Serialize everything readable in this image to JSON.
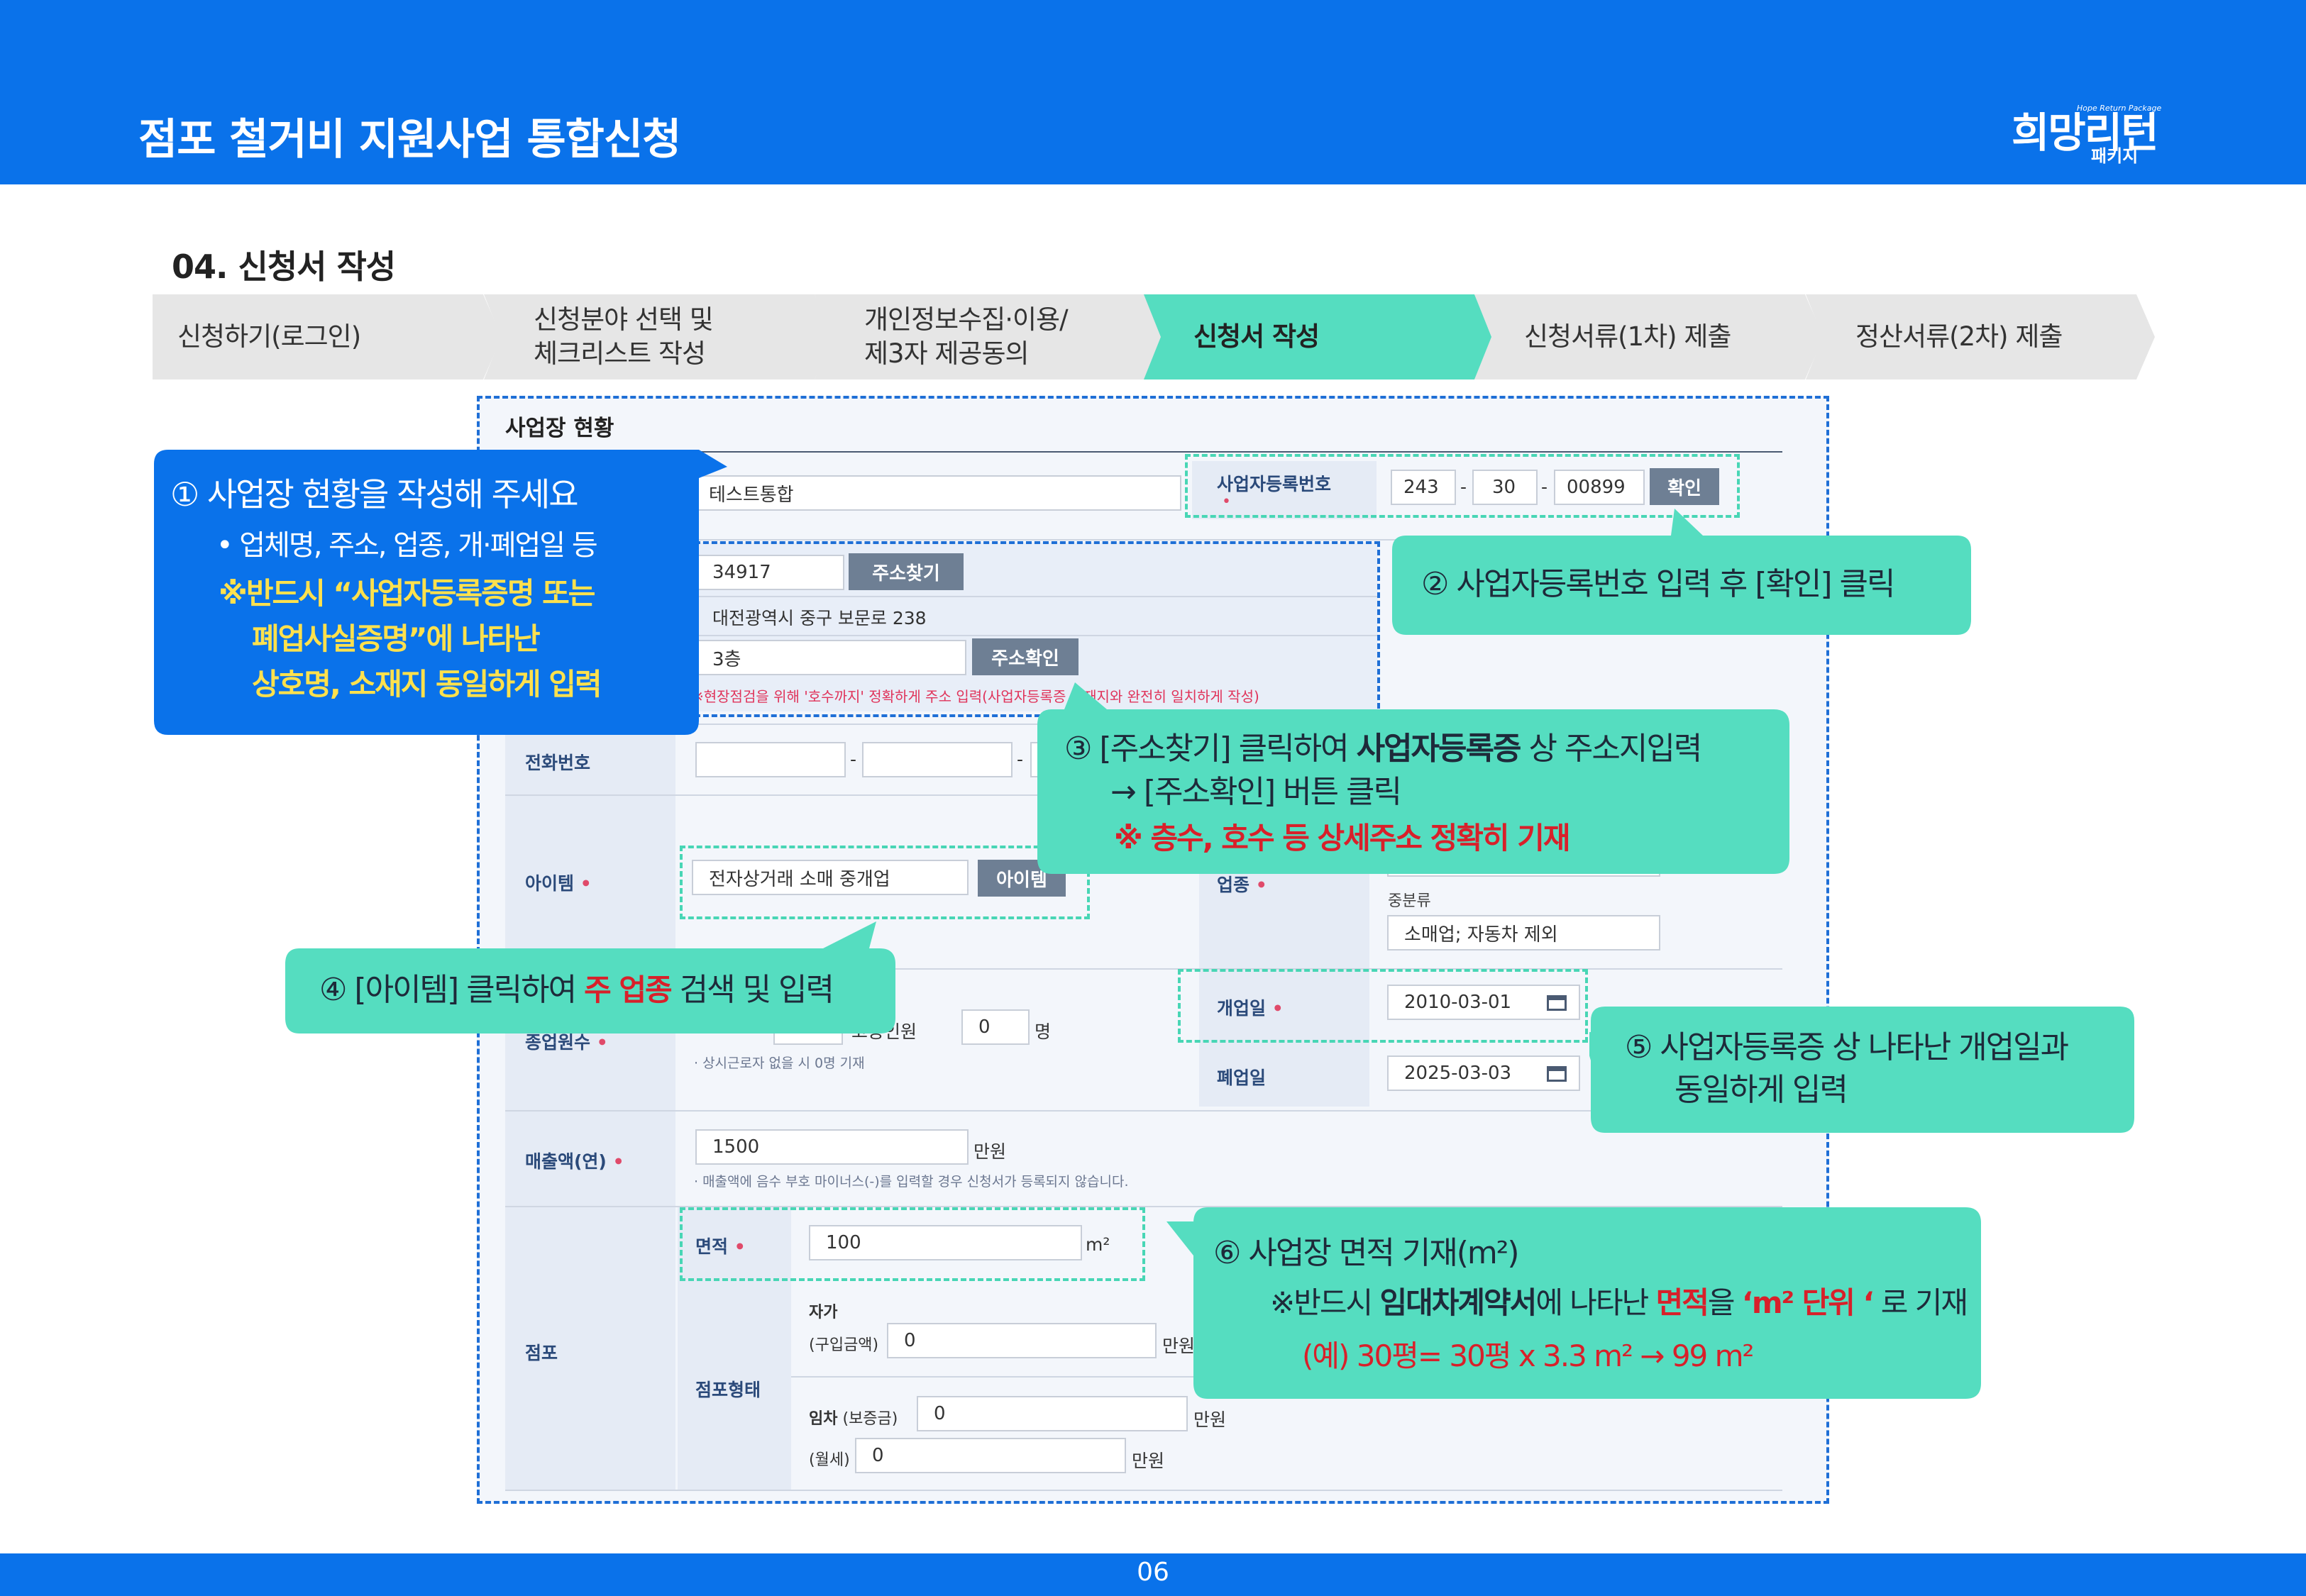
{
  "header": {
    "title": "점포 철거비 지원사업 통합신청",
    "logo_main": "희망리턴",
    "logo_tagline": "Hope Return Package",
    "logo_sub": "패키지"
  },
  "section": {
    "title": "04. 신청서 작성"
  },
  "steps": [
    {
      "label": "신청하기(로그인)",
      "active": false
    },
    {
      "label": "신청분야 선택 및\n체크리스트 작성",
      "active": false
    },
    {
      "label": "개인정보수집·이용/\n제3자 제공동의",
      "active": false
    },
    {
      "label": "신청서 작성",
      "active": true
    },
    {
      "label": "신청서류(1차) 제출",
      "active": false
    },
    {
      "label": "정산서류(2차) 제출",
      "active": false
    }
  ],
  "form": {
    "section_label": "사업장 현황",
    "company_name": "테스트통합",
    "biz_reg_label": "사업자등록번호",
    "biz_reg_no": [
      "243",
      "30",
      "00899"
    ],
    "confirm_btn": "확인",
    "postal_code": "34917",
    "find_addr_btn": "주소찾기",
    "address": "대전광역시 중구 보문로 238",
    "address_detail": "3층",
    "check_addr_btn": "주소확인",
    "address_note": "※현장점검을 위해 '호수까지' 정확하게 주소 입력(사업자등록증 소재지와 완전히 일치하게 작성)",
    "phone_label": "전화번호",
    "item_label": "아이템",
    "item_value": "전자상거래 소매 중개업",
    "item_btn": "아이템",
    "industry_label": "업종",
    "mid_category_label": "중분류",
    "mid_category_value": "소매업; 자동차 제외",
    "employees_label": "종업원수",
    "hired_label": "고용인원",
    "hired_value": "0",
    "person_unit": "명",
    "employees_note": "· 상시근로자 없을 시 0명 기재",
    "open_date_label": "개업일",
    "open_date": "2010-03-01",
    "close_date_label": "폐업일",
    "close_date": "2025-03-03",
    "sales_label": "매출액(연)",
    "sales_value": "1500",
    "won_unit": "만원",
    "sales_note": "· 매출액에 음수 부호 마이너스(-)를 입력할 경우 신청서가 등록되지 않습니다.",
    "store_label": "점포",
    "area_label": "면적",
    "area_value": "100",
    "area_unit": "m²",
    "store_type_label": "점포형태",
    "own_label": "자가",
    "own_price_label": "(구입금액)",
    "own_price": "0",
    "lease_label": "임차",
    "deposit_label": "(보증금)",
    "deposit_value": "0",
    "monthly_label": "(월세)",
    "monthly_value": "0"
  },
  "callouts": {
    "c1": {
      "line1": "① 사업장 현황을 작성해 주세요",
      "line2": "•  업체명, 주소, 업종, 개·폐업일 등",
      "line3": "※반드시 “사업자등록증명 또는",
      "line4": "폐업사실증명”에 나타난",
      "line5": "상호명, 소재지 동일하게 입력"
    },
    "c2": {
      "text": "② 사업자등록번호 입력 후 [확인] 클릭"
    },
    "c3": {
      "line1a": "③ [주소찾기] 클릭하여 ",
      "line1b": "사업자등록증",
      "line1c": " 상 주소지입력",
      "line2": "→ [주소확인] 버튼 클릭",
      "line3": "※ 층수, 호수 등 상세주소 정확히 기재"
    },
    "c4": {
      "a": "④ [아이템] 클릭하여 ",
      "b": "주 업종",
      "c": " 검색 및 입력"
    },
    "c5": {
      "line1": "⑤ 사업자등록증 상 나타난 개업일과",
      "line2": "동일하게 입력"
    },
    "c6": {
      "line1": "⑥  사업장 면적 기재(m²)",
      "line2a": "※반드시 ",
      "line2b": "임대차계약서",
      "line2c": "에 나타난 ",
      "line2d": "면적",
      "line2e": "을 ",
      "line2f": "‘m² 단위 ‘",
      "line2g": " 로 기재",
      "line3": "(예) 30평= 30평 x 3.3 m² → 99 m²"
    }
  },
  "footer": {
    "page_number": "06"
  },
  "colors": {
    "brand_blue": "#0a72ea",
    "teal": "#55ddc0",
    "red": "#d8202a",
    "yellow": "#ffe14d"
  }
}
